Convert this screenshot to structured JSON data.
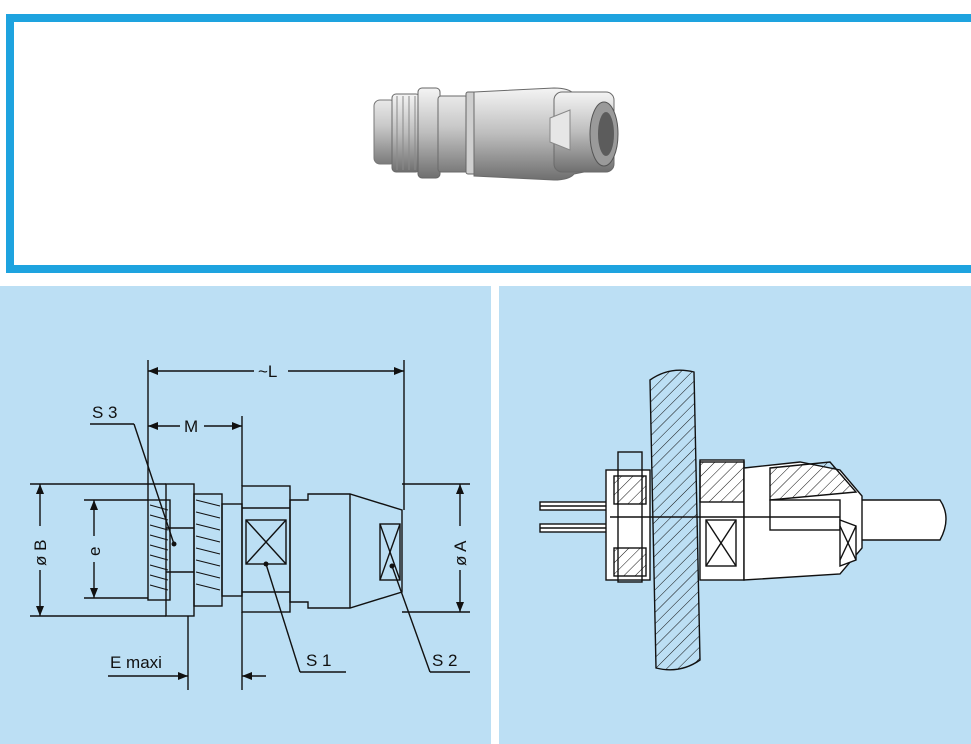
{
  "photo": {
    "subject": "connector-photo"
  },
  "dimension_drawing": {
    "labels": {
      "length": "~L",
      "M": "M",
      "S3": "S 3",
      "S1": "S 1",
      "S2": "S 2",
      "e": "e",
      "dia_B": "ø B",
      "dia_A": "ø A",
      "E_maxi": "E maxi"
    }
  },
  "section_drawing": {}
}
